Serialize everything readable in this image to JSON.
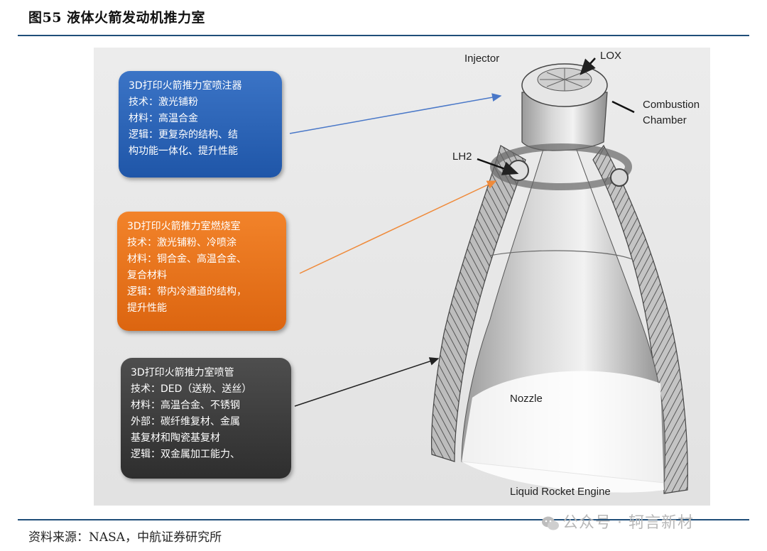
{
  "figure": {
    "title": "图55  液体火箭发动机推力室"
  },
  "boxes": [
    {
      "lines": [
        "3D打印火箭推力室喷注器",
        "技术：激光铺粉",
        "材料：高温合金",
        "逻辑：更复杂的结构、结",
        "构功能一体化、提升性能"
      ],
      "color": "#2a62b6"
    },
    {
      "lines": [
        "3D打印火箭推力室燃烧室",
        "技术：激光铺粉、冷喷涂",
        "材料：铜合金、高温合金、",
        "复合材料",
        "逻辑：带内冷通道的结构，",
        "提升性能"
      ],
      "color": "#e8731c"
    },
    {
      "lines": [
        "3D打印火箭推力室喷管",
        "技术：DED（送粉、送丝）",
        "材料：高温合金、不锈钢",
        "外部：碳纤维复材、金属",
        "基复材和陶瓷基复材",
        "逻辑：双金属加工能力、"
      ],
      "color": "#3c3c3c"
    }
  ],
  "engine_labels": {
    "injector": "Injector",
    "lox": "LOX",
    "combustion": "Combustion",
    "chamber": "Chamber",
    "lh2": "LH2",
    "nozzle": "Nozzle",
    "engine": "Liquid Rocket Engine"
  },
  "source": "资料来源：NASA，中航证券研究所",
  "watermark": "公众号 · 轲言新材",
  "colors": {
    "rule": "#1f4e79",
    "arrow_blue": "#4a78c8",
    "arrow_orange": "#ef8a3a",
    "arrow_dark": "#222222"
  }
}
